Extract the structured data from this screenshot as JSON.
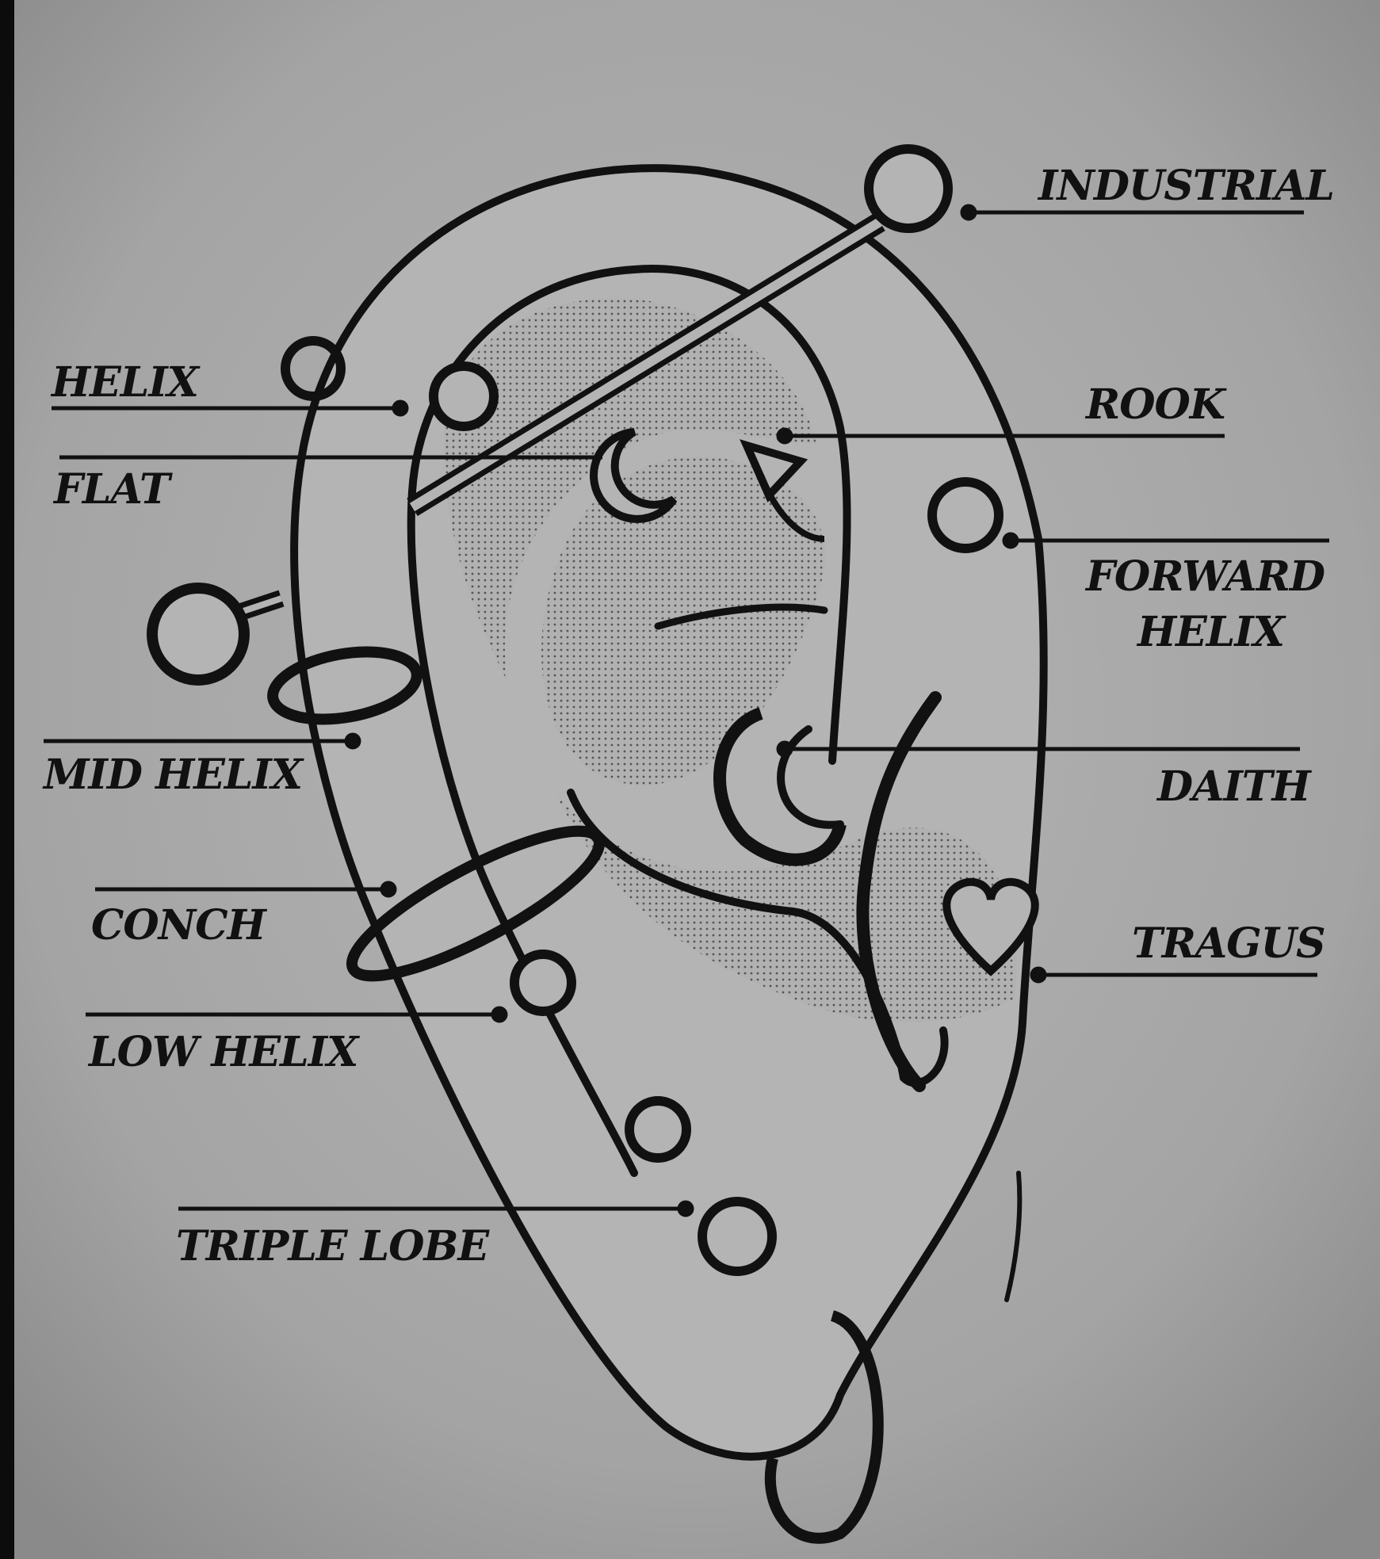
{
  "labels": {
    "industrial": "INDUSTRIAL",
    "helix": "HELIX",
    "rook": "ROOK",
    "flat": "FLAT",
    "forward_helix_line1": "FORWARD",
    "forward_helix_line2": "HELIX",
    "mid_helix": "MID HELIX",
    "daith": "DAITH",
    "conch": "CONCH",
    "tragus": "TRAGUS",
    "low_helix": "LOW HELIX",
    "triple_lobe": "TRIPLE LOBE"
  },
  "colors": {
    "background": "#a9a9a9",
    "ink": "#111111",
    "skin": "#b3b3b3"
  }
}
